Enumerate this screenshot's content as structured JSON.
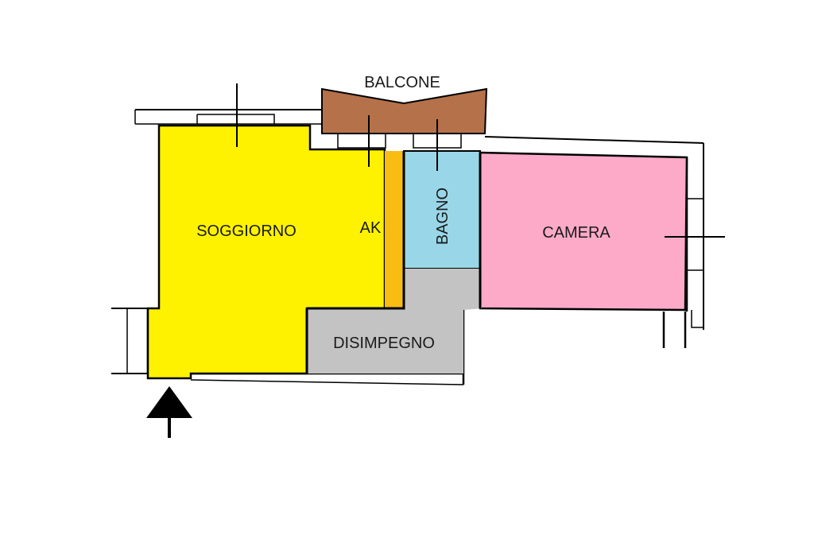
{
  "rooms": {
    "balcone": {
      "label": "BALCONE",
      "color": "#b5714a"
    },
    "soggiorno": {
      "label": "SOGGIORNO",
      "color": "#fef200"
    },
    "ak": {
      "label": "AK",
      "color": "#f9bc12"
    },
    "bagno": {
      "label": "BAGNO",
      "color": "#99d7e8"
    },
    "camera": {
      "label": "CAMERA",
      "color": "#fdaac8"
    },
    "disimpegno": {
      "label": "DISIMPEGNO",
      "color": "#c3c3c3"
    }
  },
  "wall_color": "#000000",
  "entrance_arrow": {
    "icon": "up-arrow-icon"
  }
}
